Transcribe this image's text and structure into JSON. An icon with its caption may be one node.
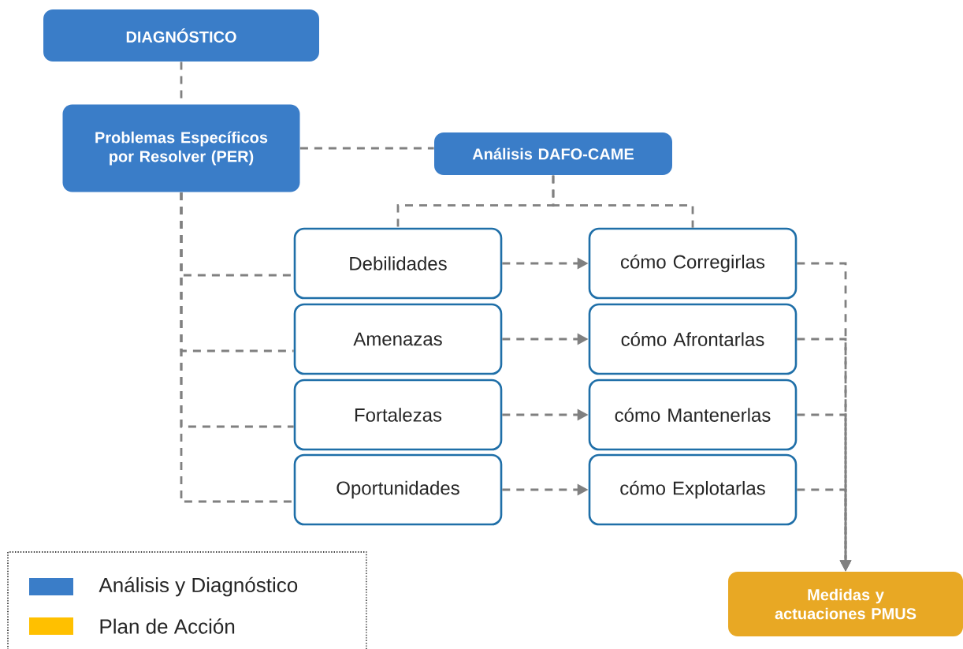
{
  "diagram": {
    "nodes": [
      {
        "text": [
          "DIAGNÓSTICO"
        ]
      },
      {
        "text": [
          "Problemas Específicos por Resolver (PER)"
        ]
      },
      {
        "text": [
          "Análisis DAFO-CAME"
        ]
      },
      {
        "text": [
          "Debilidades"
        ]
      },
      {
        "text": [
          "cómo Corregirlas"
        ]
      },
      {
        "text": [
          "Amenazas"
        ]
      },
      {
        "text": [
          "cómo Afrontarlas"
        ]
      },
      {
        "text": [
          "Fortalezas"
        ]
      },
      {
        "text": [
          "cómo Mantenerlas"
        ]
      },
      {
        "text": [
          "Oportunidades"
        ]
      },
      {
        "text": [
          "cómo Explotarlas"
        ]
      },
      {
        "text": [
          "Medidas y actuaciones PMUS"
        ]
      }
    ],
    "edges": [
      {
        "from": 0,
        "to": 1,
        "arrow": "none",
        "style": "dashed"
      },
      {
        "from": 1,
        "to": 2,
        "arrow": "none",
        "style": "dashed"
      },
      {
        "from": 2,
        "to": 3,
        "arrow": "none",
        "style": "dashed"
      },
      {
        "from": 2,
        "to": 4,
        "arrow": "none",
        "style": "dashed"
      },
      {
        "from": 1,
        "to": 3,
        "arrow": "none",
        "style": "dashed"
      },
      {
        "from": 1,
        "to": 5,
        "arrow": "none",
        "style": "dashed"
      },
      {
        "from": 1,
        "to": 7,
        "arrow": "none",
        "style": "dashed"
      },
      {
        "from": 1,
        "to": 9,
        "arrow": "none",
        "style": "dashed"
      },
      {
        "from": 3,
        "to": 4,
        "arrow": "to",
        "style": "dashed"
      },
      {
        "from": 5,
        "to": 6,
        "arrow": "to",
        "style": "dashed"
      },
      {
        "from": 7,
        "to": 8,
        "arrow": "to",
        "style": "dashed"
      },
      {
        "from": 9,
        "to": 10,
        "arrow": "to",
        "style": "dashed"
      },
      {
        "from": 4,
        "to": 11,
        "arrow": "to",
        "style": "dashed"
      },
      {
        "from": 6,
        "to": 11,
        "arrow": "to",
        "style": "dashed"
      },
      {
        "from": 8,
        "to": 11,
        "arrow": "to",
        "style": "dashed"
      },
      {
        "from": 10,
        "to": 11,
        "arrow": "to",
        "style": "dashed"
      }
    ],
    "legend": [
      {
        "text": "Análisis y Diagnóstico",
        "color": "#3a7dc8"
      },
      {
        "text": "Plan de Acción",
        "color": "#ffc000"
      }
    ]
  }
}
